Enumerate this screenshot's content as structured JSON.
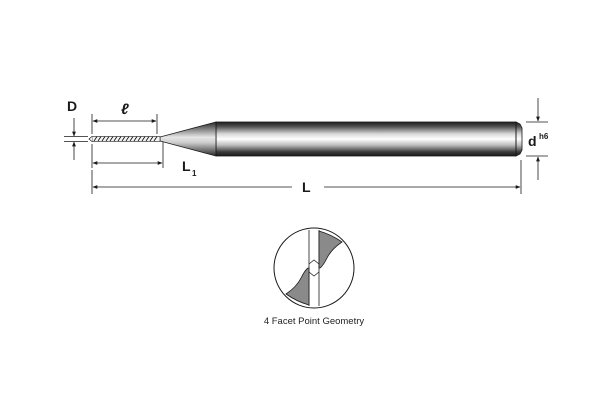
{
  "diagram": {
    "labels": {
      "D": "D",
      "ell": "ℓ",
      "L1_base": "L",
      "L1_sub": "1",
      "L": "L",
      "d_base": "d",
      "d_sup": "h6"
    },
    "caption": "4 Facet Point Geometry",
    "colors": {
      "line": "#1a1a1a",
      "shank_dark": "#2b2b2b",
      "shank_light": "#f2f2f2",
      "facet_fill": "#8a8a8a"
    }
  }
}
